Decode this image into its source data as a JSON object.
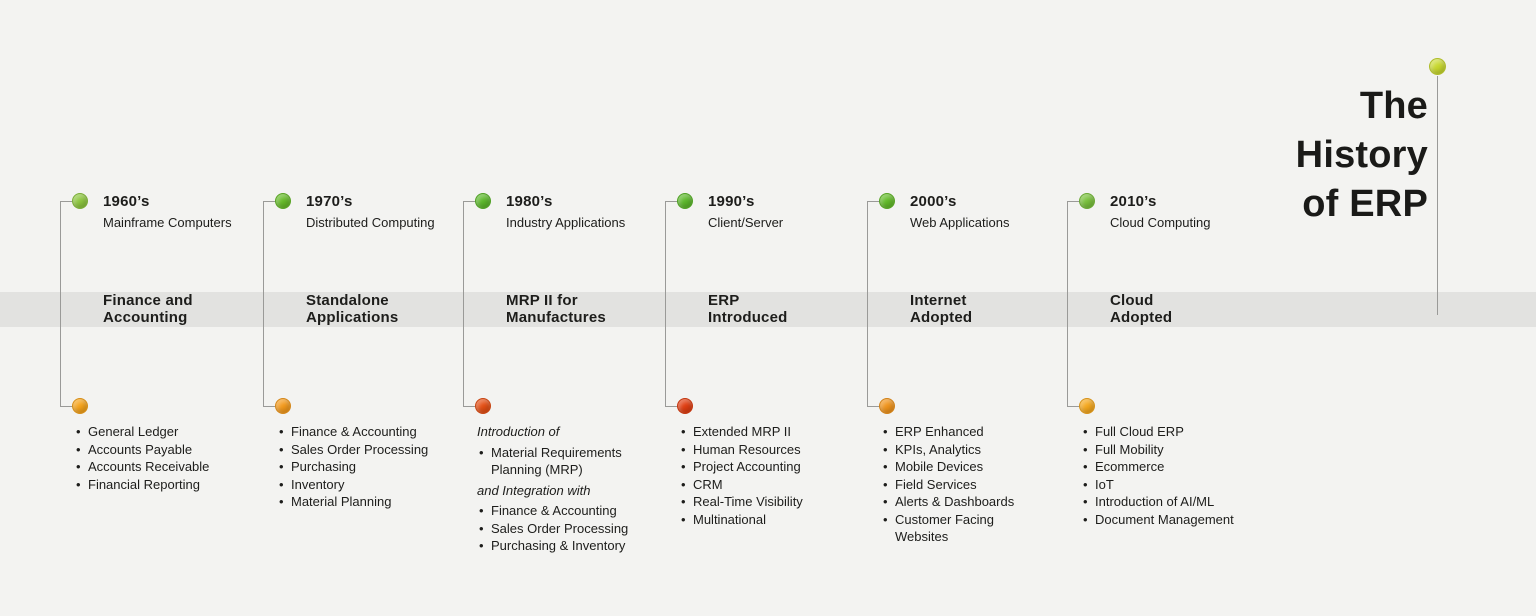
{
  "title": {
    "line1": "The",
    "line2": "History",
    "line3": "of ERP",
    "dot_color": "#c8d82f"
  },
  "columns": [
    {
      "decade": "1960’s",
      "subtitle": "Mainframe Computers",
      "heading1": "Finance and",
      "heading2": "Accounting",
      "top_color": "#8dc63f",
      "bottom_color": "#f5a31b",
      "items": [
        {
          "style": "bullet",
          "text": "General Ledger"
        },
        {
          "style": "bullet",
          "text": "Accounts Payable"
        },
        {
          "style": "bullet",
          "text": "Accounts Receivable"
        },
        {
          "style": "bullet",
          "text": "Financial Reporting"
        }
      ]
    },
    {
      "decade": "1970’s",
      "subtitle": "Distributed Computing",
      "heading1": "Standalone",
      "heading2": "Applications",
      "top_color": "#66bb29",
      "bottom_color": "#f39a1d",
      "items": [
        {
          "style": "bullet",
          "text": "Finance & Accounting"
        },
        {
          "style": "bullet",
          "text": "Sales Order Processing"
        },
        {
          "style": "bullet",
          "text": "Purchasing"
        },
        {
          "style": "bullet",
          "text": "Inventory"
        },
        {
          "style": "bullet",
          "text": "Material Planning"
        }
      ]
    },
    {
      "decade": "1980’s",
      "subtitle": "Industry Applications",
      "heading1": "MRP II for",
      "heading2": "Manufactures",
      "top_color": "#5cb82b",
      "bottom_color": "#e44f15",
      "items": [
        {
          "style": "note",
          "text": "Introduction of"
        },
        {
          "style": "bullet",
          "text": "Material Requirements Planning (MRP)"
        },
        {
          "style": "note",
          "text": "and Integration with"
        },
        {
          "style": "bullet",
          "text": "Finance & Accounting"
        },
        {
          "style": "bullet",
          "text": "Sales Order Processing"
        },
        {
          "style": "bullet",
          "text": "Purchasing & Inventory"
        }
      ]
    },
    {
      "decade": "1990’s",
      "subtitle": "Client/Server",
      "heading1": "ERP",
      "heading2": "Introduced",
      "top_color": "#5cb82b",
      "bottom_color": "#e03e12",
      "items": [
        {
          "style": "bullet",
          "text": "Extended MRP II"
        },
        {
          "style": "bullet",
          "text": "Human Resources"
        },
        {
          "style": "bullet",
          "text": "Project Accounting"
        },
        {
          "style": "bullet",
          "text": "CRM"
        },
        {
          "style": "bullet",
          "text": "Real-Time Visibility"
        },
        {
          "style": "bullet",
          "text": "Multinational"
        }
      ]
    },
    {
      "decade": "2000’s",
      "subtitle": "Web Applications",
      "heading1": "Internet",
      "heading2": "Adopted",
      "top_color": "#63bb2a",
      "bottom_color": "#f0941c",
      "items": [
        {
          "style": "bullet",
          "text": "ERP Enhanced"
        },
        {
          "style": "bullet",
          "text": "KPIs, Analytics"
        },
        {
          "style": "bullet",
          "text": "Mobile Devices"
        },
        {
          "style": "bullet",
          "text": "Field Services"
        },
        {
          "style": "bullet",
          "text": "Alerts & Dashboards"
        },
        {
          "style": "bullet",
          "text": "Customer Facing Websites"
        }
      ]
    },
    {
      "decade": "2010’s",
      "subtitle": "Cloud Computing",
      "heading1": "Cloud",
      "heading2": "Adopted",
      "top_color": "#79c13c",
      "bottom_color": "#f5a81e",
      "items": [
        {
          "style": "bullet",
          "text": "Full Cloud ERP"
        },
        {
          "style": "bullet",
          "text": "Full Mobility"
        },
        {
          "style": "bullet",
          "text": "Ecommerce"
        },
        {
          "style": "bullet",
          "text": "IoT"
        },
        {
          "style": "bullet",
          "text": "Introduction of AI/ML"
        },
        {
          "style": "bullet",
          "text": "Document Management"
        }
      ]
    }
  ]
}
